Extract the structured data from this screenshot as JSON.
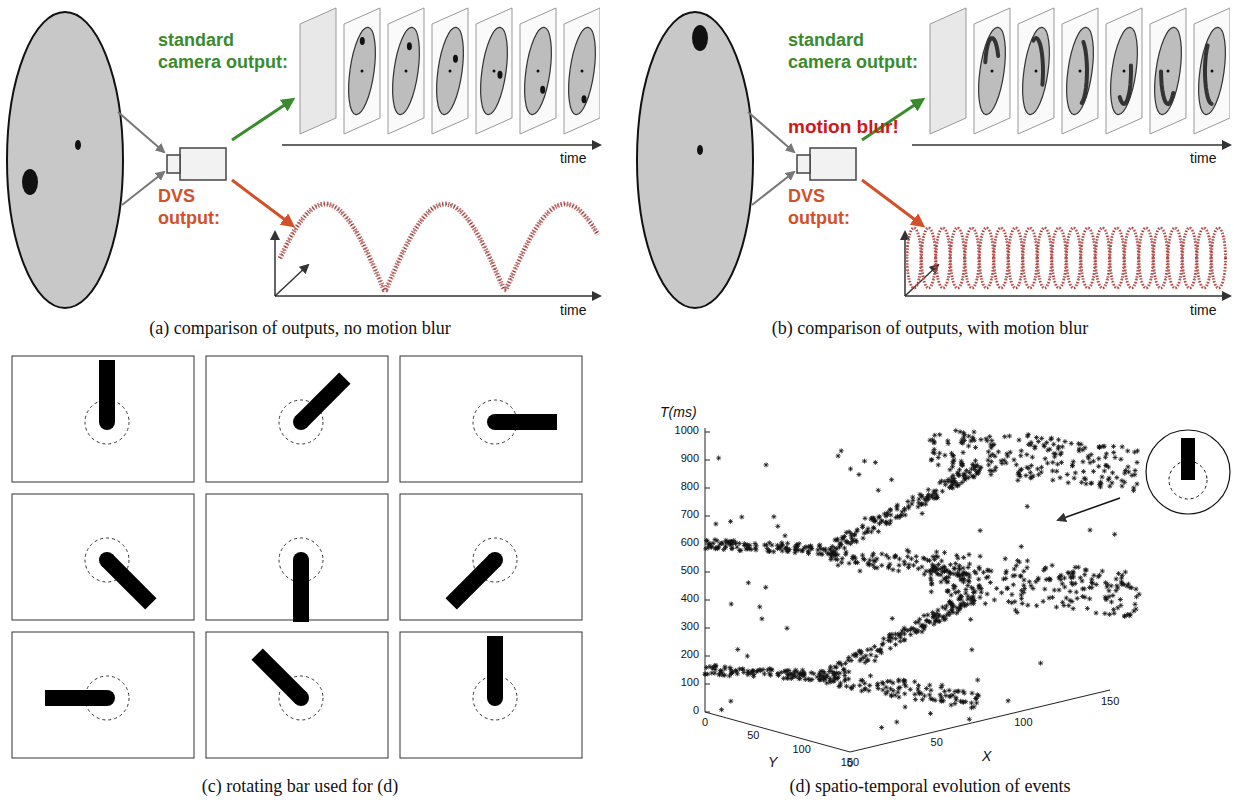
{
  "diagram": {
    "labels": [
      "standard camera output:",
      "time",
      "DVS output:",
      "time",
      "standard camera output:",
      "motion blur!",
      "time",
      "DVS output:",
      "time",
      "(a) comparison of outputs, no motion blur",
      "(b) comparison of outputs, with motion blur",
      "(c) rotating bar used for (d)",
      "(d) spatio-temporal evolution of events",
      "T(ms)",
      "1000",
      "900",
      "800",
      "700",
      "600",
      "500",
      "400",
      "300",
      "200",
      "100",
      "0",
      "0",
      "50",
      "100",
      "150",
      "Y",
      "0",
      "50",
      "100",
      "150",
      "X"
    ]
  }
}
